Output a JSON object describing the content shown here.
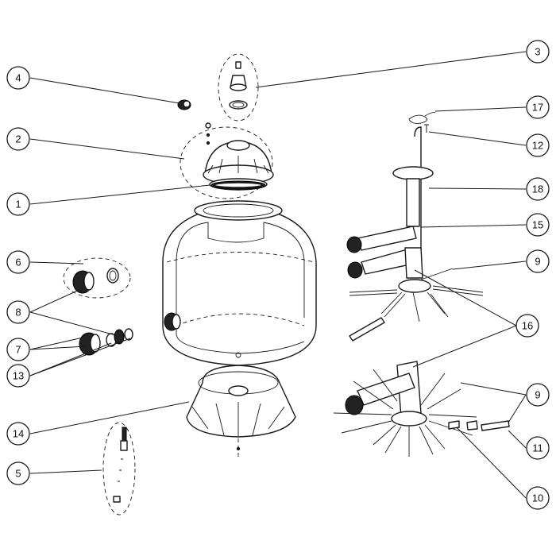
{
  "callouts": [
    {
      "id": "c1",
      "label": "1"
    },
    {
      "id": "c2",
      "label": "2"
    },
    {
      "id": "c3",
      "label": "3"
    },
    {
      "id": "c4",
      "label": "4"
    },
    {
      "id": "c5",
      "label": "5"
    },
    {
      "id": "c6",
      "label": "6"
    },
    {
      "id": "c7",
      "label": "7"
    },
    {
      "id": "c8",
      "label": "8"
    },
    {
      "id": "c9a",
      "label": "9"
    },
    {
      "id": "c9b",
      "label": "9"
    },
    {
      "id": "c10",
      "label": "10"
    },
    {
      "id": "c11",
      "label": "11"
    },
    {
      "id": "c12",
      "label": "12"
    },
    {
      "id": "c13",
      "label": "13"
    },
    {
      "id": "c14",
      "label": "14"
    },
    {
      "id": "c15",
      "label": "15"
    },
    {
      "id": "c16",
      "label": "16"
    },
    {
      "id": "c17",
      "label": "17"
    },
    {
      "id": "c18",
      "label": "18"
    }
  ],
  "colors": {
    "line": "#1a1a1a",
    "background": "#ffffff"
  }
}
